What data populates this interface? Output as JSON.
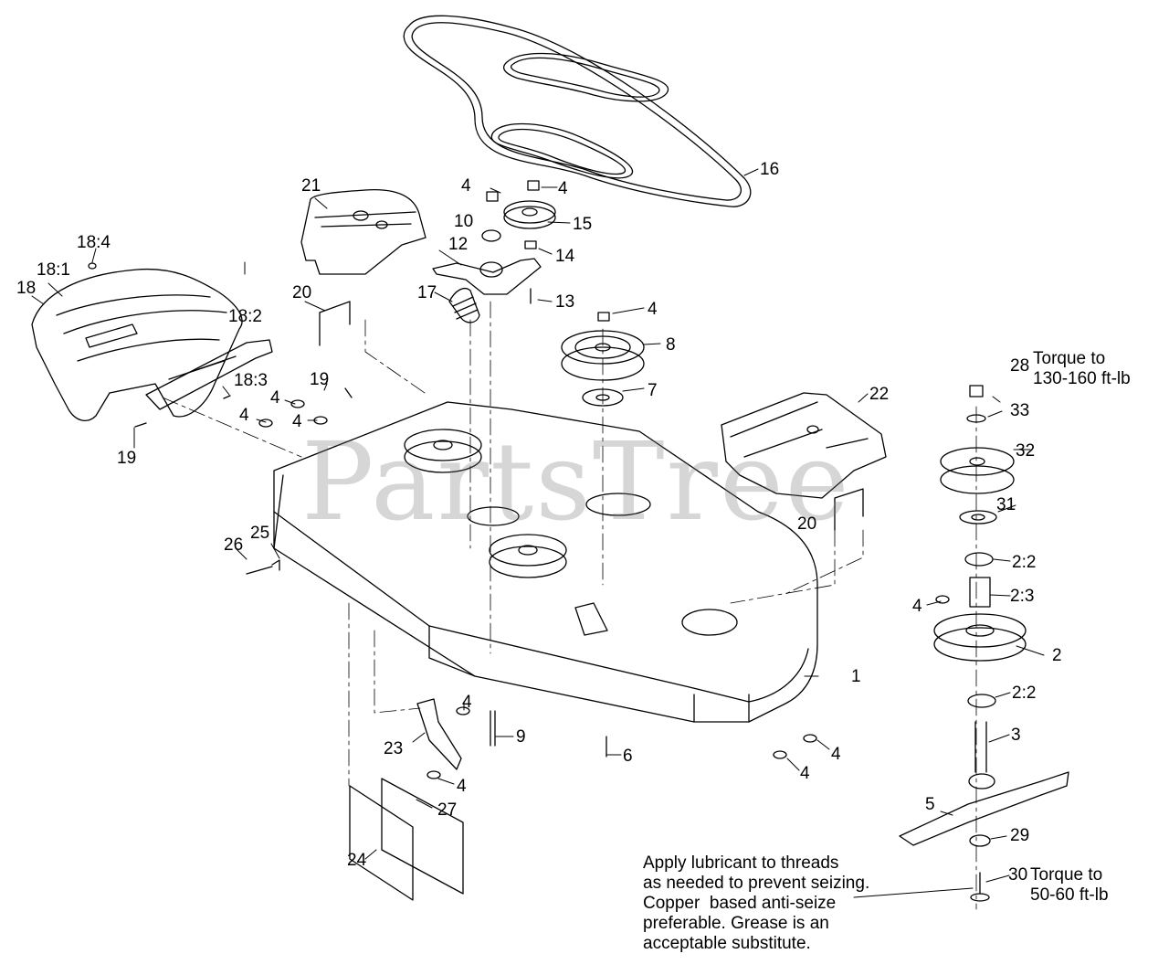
{
  "watermark": "PartsTree",
  "labels": {
    "l16": "16",
    "l21": "21",
    "l4a": "4",
    "l4b": "4",
    "l10": "10",
    "l15": "15",
    "l12": "12",
    "l14": "14",
    "l18_4": "18:4",
    "l18_1": "18:1",
    "l18": "18",
    "l18_2": "18:2",
    "l17": "17",
    "l13": "13",
    "l20a": "20",
    "l4c": "4",
    "l8": "8",
    "l18_3": "18:3",
    "l19a": "19",
    "l4d": "4",
    "l4e": "4",
    "l4f": "4",
    "l7": "7",
    "l19b": "19",
    "l22": "22",
    "l28": "28",
    "l33": "33",
    "l32": "32",
    "l31": "31",
    "l20b": "20",
    "l26": "26",
    "l25": "25",
    "l2_2a": "2:2",
    "l2_3": "2:3",
    "l4g": "4",
    "l2": "2",
    "l1": "1",
    "l2_2b": "2:2",
    "l4h": "4",
    "l9": "9",
    "l3": "3",
    "l23": "23",
    "l6": "6",
    "l4i": "4",
    "l4j": "4",
    "l4k": "4",
    "l27": "27",
    "l5": "5",
    "l29": "29",
    "l24": "24",
    "l30": "30"
  },
  "torque_top": [
    "Torque to",
    "130-160 ft-lb"
  ],
  "torque_bottom": [
    "Torque to",
    "50-60 ft-lb"
  ],
  "note": [
    "Apply lubricant to threads",
    "as needed to prevent seizing.",
    "Copper  based anti-seize",
    "preferable. Grease is an",
    "acceptable substitute."
  ]
}
